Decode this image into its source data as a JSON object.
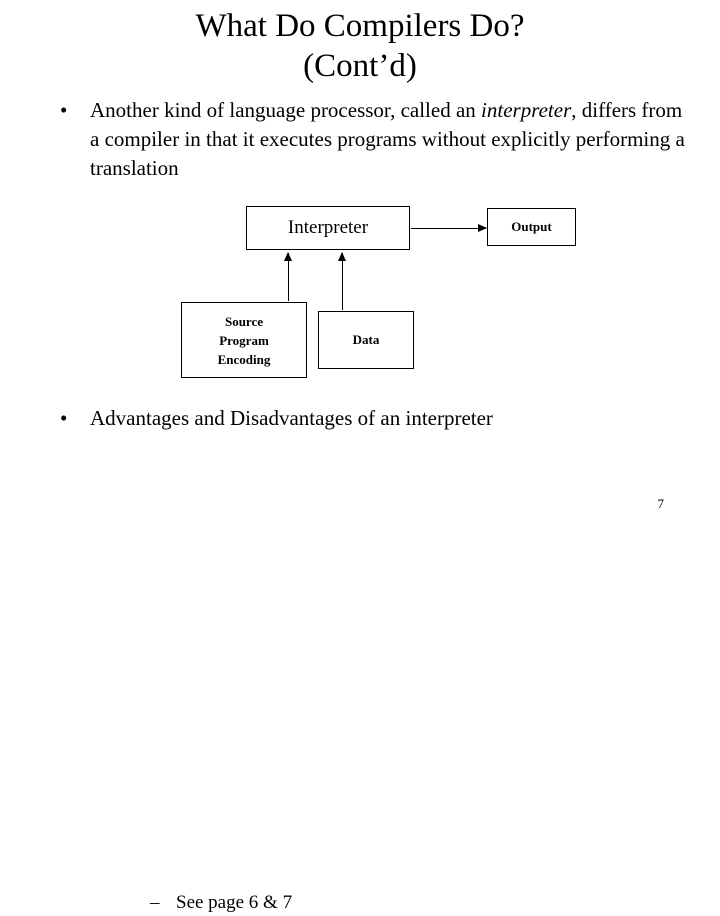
{
  "slide": {
    "title_line1": "What Do Compilers Do?",
    "title_line2": "(Cont’d)",
    "bullet_marker": "•",
    "dash_marker": "–",
    "bullet1_part1": "Another kind of language processor, called an ",
    "bullet1_italic": "interpreter",
    "bullet1_part2": ", differs from a compiler in that it executes programs without explicitly performing a translation",
    "bullet2": "Advantages and Disadvantages of an interpreter",
    "sub_bullet": "See page 6 & 7",
    "page_number": "7"
  },
  "diagram": {
    "interpreter_label": "Interpreter",
    "output_label": "Output",
    "source_line1": "Source",
    "source_line2": "Program",
    "source_line3": "Encoding",
    "data_label": "Data"
  }
}
